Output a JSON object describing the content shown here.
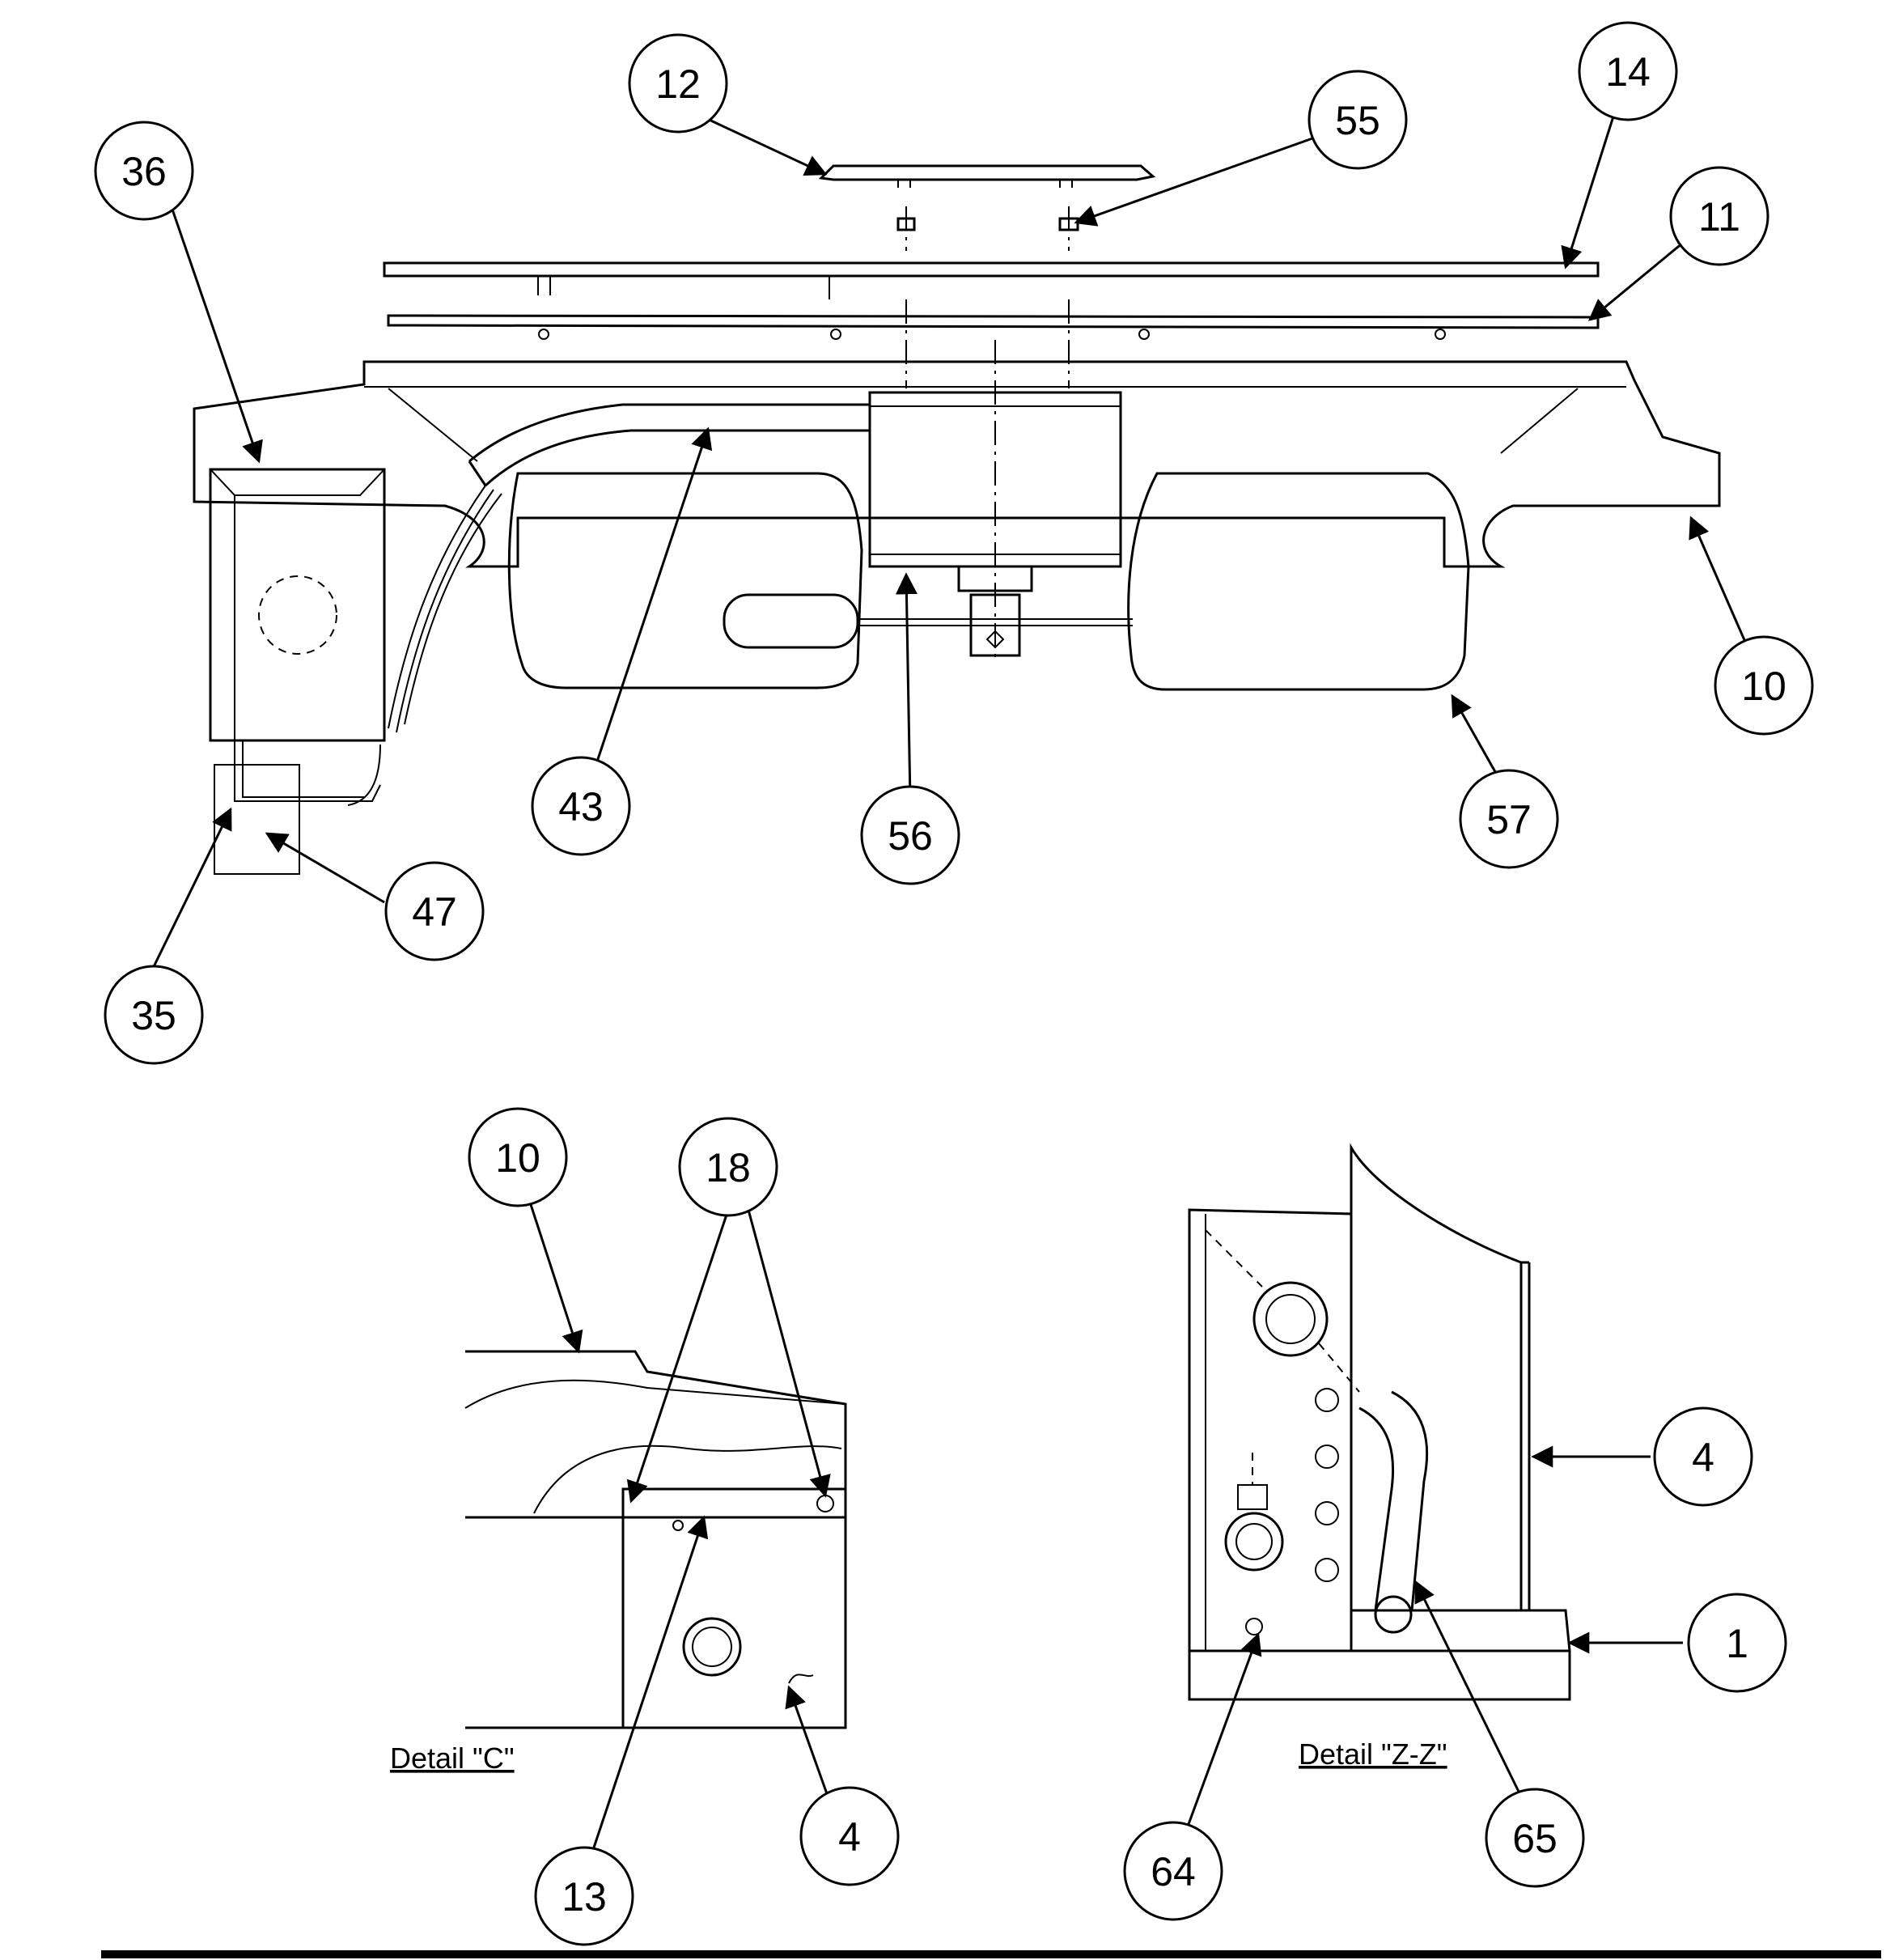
{
  "callouts": {
    "c12": "12",
    "c55": "55",
    "c14": "14",
    "c11": "11",
    "c36": "36",
    "c10a": "10",
    "c43": "43",
    "c56": "56",
    "c57": "57",
    "c47": "47",
    "c35": "35",
    "c10b": "10",
    "c18": "18",
    "c4a": "4",
    "c13": "13",
    "c4b": "4",
    "c1": "1",
    "c64": "64",
    "c65": "65"
  },
  "details": {
    "detail_c": "Detail \"C\"",
    "detail_zz": "Detail \"Z-Z\""
  },
  "colors": {
    "ink": "#000000",
    "paper": "#ffffff"
  }
}
